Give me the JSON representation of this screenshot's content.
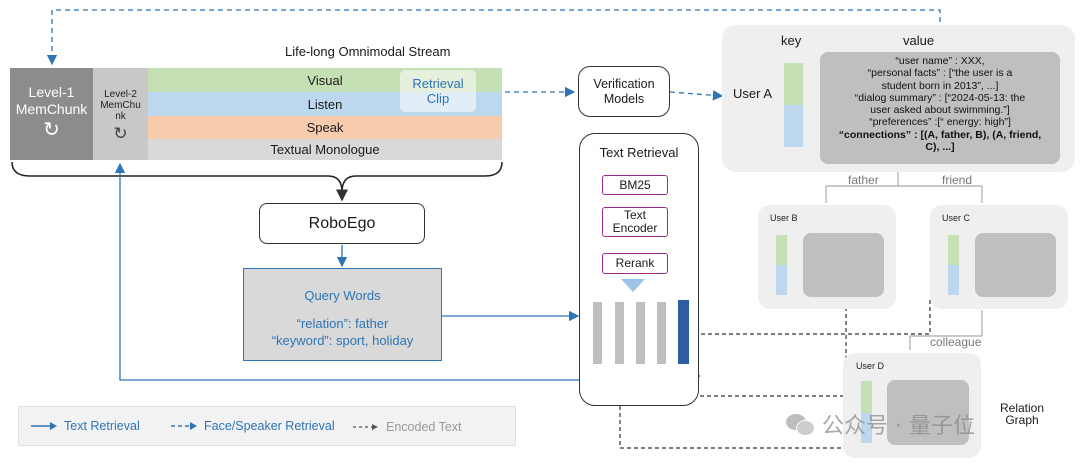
{
  "stream": {
    "title": "Life-long Omnimodal Stream",
    "level1_label": "Level-1\nMemChunk",
    "level2_label": "Level-2\nMemChu\nnk",
    "bands": [
      {
        "label": "Visual",
        "color": "#c5e0b4"
      },
      {
        "label": "Listen",
        "color": "#bdd7ee"
      },
      {
        "label": "Speak",
        "color": "#f8cbad"
      },
      {
        "label": "Textual Monologue",
        "color": "#d9d9d9"
      }
    ],
    "retrieval_clip": "Retrieval\nClip"
  },
  "roboego": "RoboEgo",
  "query": {
    "title": "Query Words",
    "line1": "“relation”: father",
    "line2": "“keyword”: sport, holiday"
  },
  "verification": "Verification\nModels",
  "text_retrieval": {
    "title": "Text Retrieval",
    "methods": [
      "BM25",
      "Text\nEncoder",
      "Rerank"
    ]
  },
  "memory": {
    "key_header": "key",
    "value_header": "value",
    "user_a": "User A",
    "value_lines": [
      "“user name” : XXX,",
      "“personal facts” : [“the user is a",
      "student born in 2013”, ...]",
      "“dialog summary” : [“2024-05-13: the",
      "user asked about swimming.”]",
      "“preferences” :[“ energy: high”]"
    ],
    "connections": "“connections” : [(A, father, B), (A, friend, C), ...]",
    "relations": {
      "father": "father",
      "friend": "friend",
      "colleague": "colleague"
    },
    "users": {
      "b": "User B",
      "c": "User C",
      "d": "User D"
    },
    "relation_graph": "Relation\nGraph"
  },
  "legend": {
    "text_retrieval": "Text Retrieval",
    "face_speaker": "Face/Speaker Retrieval",
    "encoded_text": "Encoded Text"
  },
  "watermark": "公众号 · 量子位",
  "colors": {
    "blue_arrow": "#2e75b6",
    "dashed_blue": "#2e75b6",
    "method_border": "#9b2c8e",
    "key_green": "#c5e0b4",
    "key_blue": "#bdd7ee",
    "highlight_bar": "#2e5fa3"
  }
}
